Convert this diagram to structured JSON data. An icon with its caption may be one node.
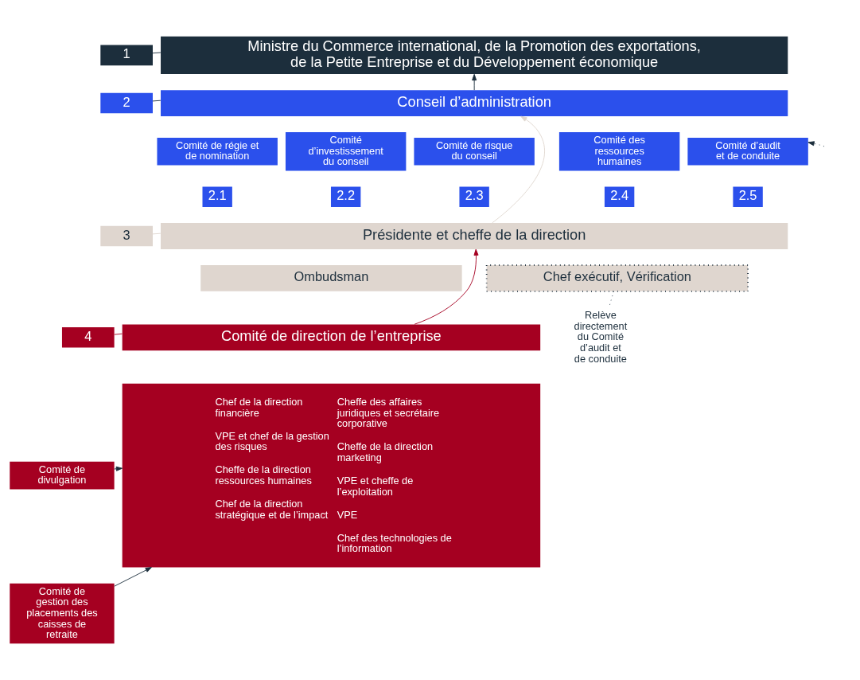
{
  "diagram": {
    "nodes": [
      {
        "text": [
          "1"
        ]
      },
      {
        "text": [
          "Ministre du Commerce international, de la Promotion des exportations, de la Petite Entreprise et du Développement économique"
        ]
      },
      {
        "text": [
          "2"
        ]
      },
      {
        "text": [
          "Conseil d’administration"
        ]
      },
      {
        "text": [
          "Comité de régie et de nomination"
        ]
      },
      {
        "text": [
          "Comité d’investissement du conseil"
        ]
      },
      {
        "text": [
          "Comité de risque du conseil"
        ]
      },
      {
        "text": [
          "Comité des ressources humaines"
        ]
      },
      {
        "text": [
          "Comité d’audit et de conduite"
        ]
      },
      {
        "text": [
          "2.1"
        ]
      },
      {
        "text": [
          "2.2"
        ]
      },
      {
        "text": [
          "2.3"
        ]
      },
      {
        "text": [
          "2.4"
        ]
      },
      {
        "text": [
          "2.5"
        ]
      },
      {
        "text": [
          "3"
        ]
      },
      {
        "text": [
          "Présidente et cheffe de la direction"
        ]
      },
      {
        "text": [
          "Ombudsman"
        ]
      },
      {
        "text": [
          "Chef exécutif, Vérification"
        ]
      },
      {
        "text": [
          "Relève directement du Comité d’audit et de conduite"
        ]
      },
      {
        "text": [
          "4"
        ]
      },
      {
        "text": [
          "Comité de direction de l’entreprise"
        ]
      },
      {
        "text": [
          "Chef de la direction financière",
          "VPE et chef de la gestion des risques",
          "Cheffe de la direction ressources humaines",
          "Chef de la direction stratégique et de l’impact",
          "Cheffe des affaires juridiques et secrétaire corporative",
          "Cheffe de la direction marketing",
          "VPE et cheffe de l’exploitation",
          "VPE",
          "Chef des technologies de l’information"
        ]
      },
      {
        "text": [
          "Comité de divulgation"
        ]
      },
      {
        "text": [
          "Comité de gestion des placements des caisses de retraite"
        ]
      }
    ],
    "edges": [
      {
        "from": 0,
        "to": 1,
        "arrow": "none"
      },
      {
        "from": 3,
        "to": 1,
        "arrow": "to"
      },
      {
        "from": 2,
        "to": 3,
        "arrow": "none"
      },
      {
        "from": null,
        "to": 8,
        "arrow": "to",
        "style": "dashed"
      },
      {
        "from": 14,
        "to": 15,
        "arrow": "none",
        "color": "#dfd6cf"
      },
      {
        "from": 15,
        "to": 3,
        "arrow": "to",
        "color": "#dfd6cf"
      },
      {
        "from": 17,
        "to": 18,
        "arrow": "none",
        "style": "dashed"
      },
      {
        "from": 20,
        "to": 15,
        "arrow": "to",
        "color": "#a50021"
      },
      {
        "from": 19,
        "to": 20,
        "arrow": "none",
        "color": "#a50021"
      },
      {
        "from": 22,
        "to": 21,
        "arrow": "to"
      },
      {
        "from": 23,
        "to": 21,
        "arrow": "to"
      }
    ]
  }
}
